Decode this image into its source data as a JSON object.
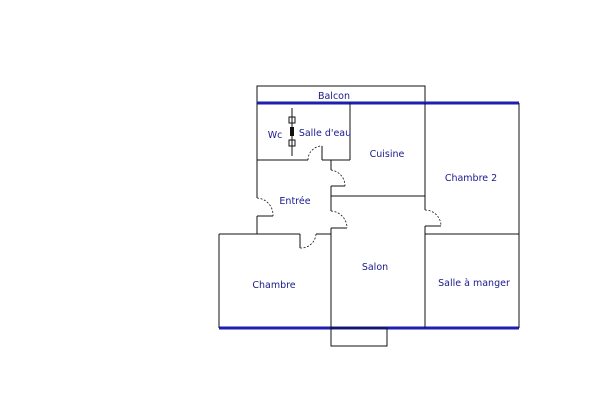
{
  "rooms": {
    "balcon": "Balcon",
    "wc": "Wc",
    "salle_eau": "Salle d'eau",
    "cuisine": "Cuisine",
    "chambre2": "Chambre 2",
    "entree": "Entrée",
    "salon": "Salon",
    "chambre": "Chambre",
    "salle_manger": "Salle à manger"
  },
  "colors": {
    "facade": "#1e1eb0",
    "label": "#1a1a8c",
    "wall": "#111111"
  }
}
